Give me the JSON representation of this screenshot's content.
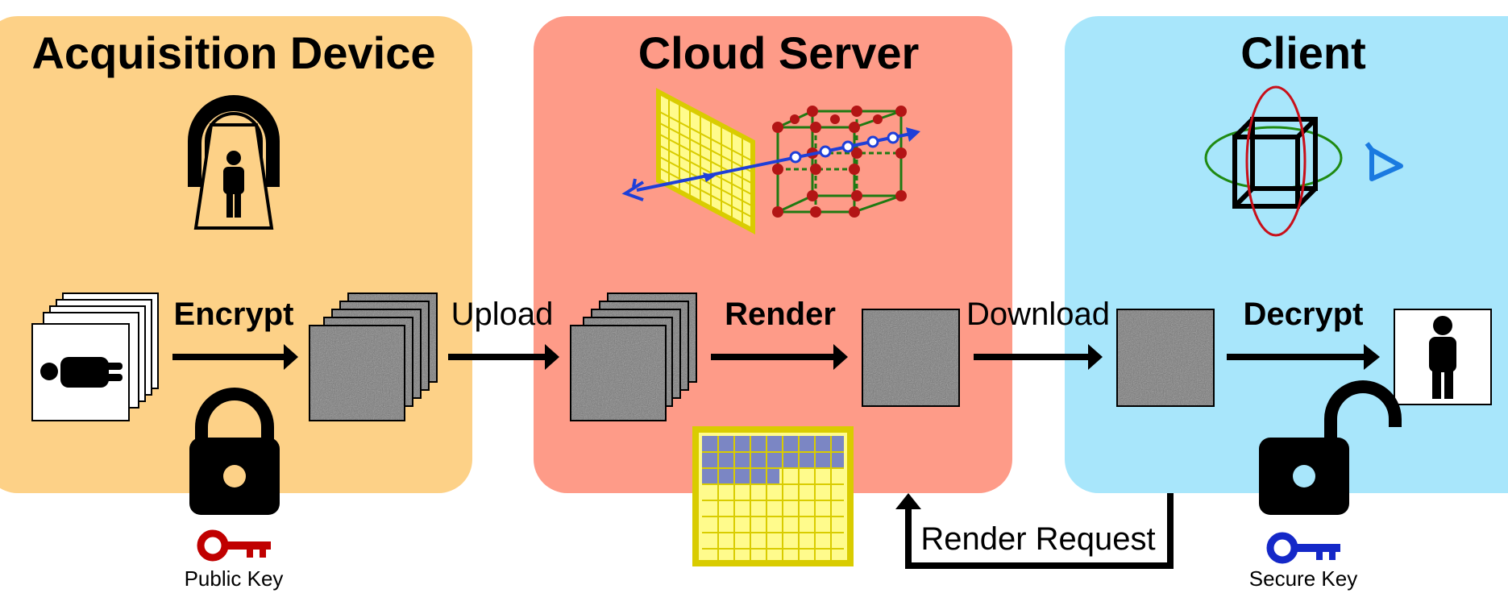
{
  "panels": {
    "acquisition": {
      "title": "Acquisition Device",
      "color": "#fdd187"
    },
    "cloud": {
      "title": "Cloud Server",
      "color": "#fe9b88"
    },
    "client": {
      "title": "Client",
      "color": "#a8e6fb"
    }
  },
  "steps": {
    "encrypt": "Encrypt",
    "upload": "Upload",
    "render": "Render",
    "download": "Download",
    "decrypt": "Decrypt",
    "render_request": "Render Request"
  },
  "keys": {
    "public": {
      "label": "Public Key",
      "color": "#c00000"
    },
    "secure": {
      "label": "Secure Key",
      "color": "#1428c8"
    }
  },
  "icons": {
    "scanner": "ct-scanner-icon",
    "lock": "lock-icon",
    "unlock": "unlock-icon",
    "key": "key-icon",
    "volume": "volume-grid-icon",
    "image_plane": "image-plane-icon",
    "viewer": "viewer-eye-icon",
    "person": "person-icon"
  }
}
